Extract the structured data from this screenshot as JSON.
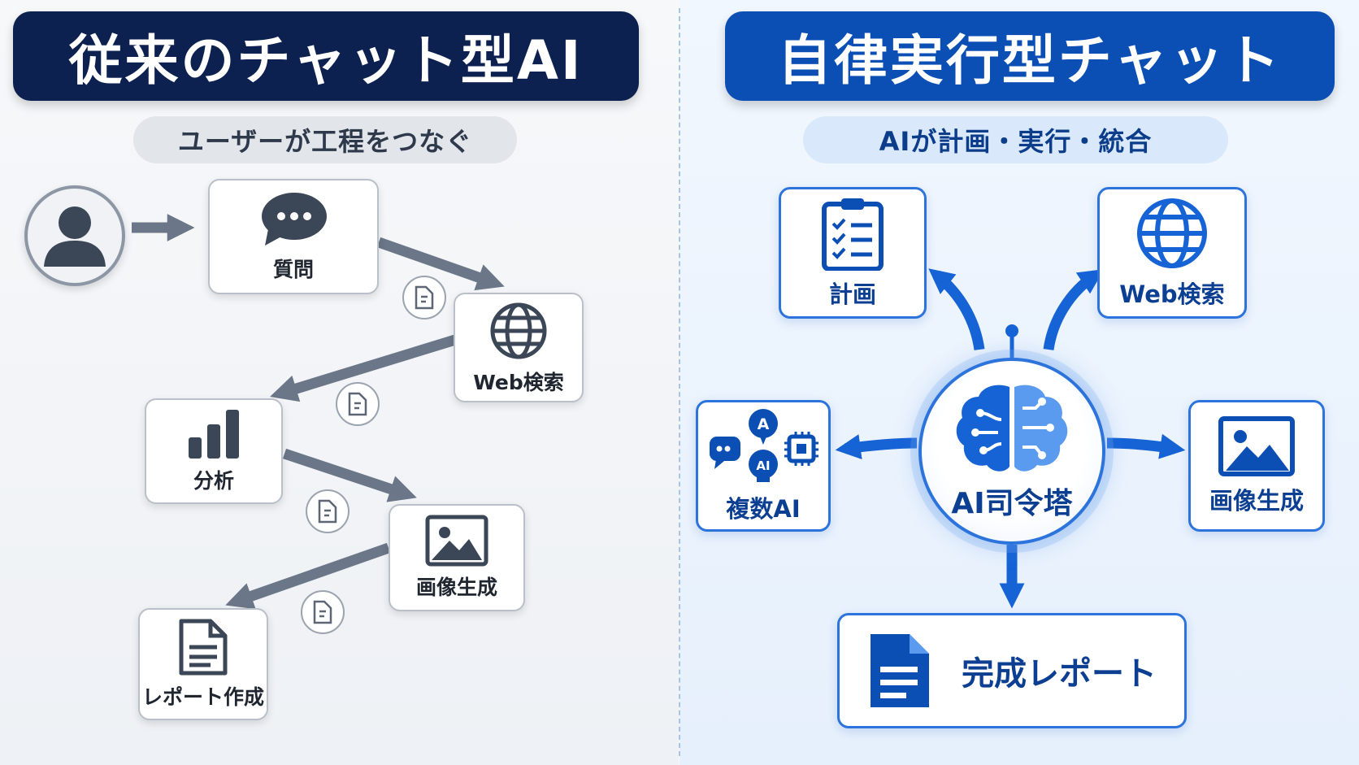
{
  "left": {
    "title": "従来のチャット型AI",
    "subtitle": "ユーザーが工程をつなぐ",
    "steps": {
      "question": "質問",
      "web_search": "Web検索",
      "analysis": "分析",
      "image_gen": "画像生成",
      "report": "レポート作成"
    }
  },
  "right": {
    "title": "自律実行型チャット",
    "subtitle": "AIが計画・実行・統合",
    "hub": "AI司令塔",
    "nodes": {
      "plan": "計画",
      "web_search": "Web検索",
      "multi_ai": "複数AI",
      "image_gen": "画像生成",
      "final_report": "完成レポート"
    },
    "multi_ai_badges": [
      "A",
      "AI"
    ]
  },
  "colors": {
    "navy": "#0c2150",
    "blue": "#0c4fb4",
    "accent": "#2c74dc",
    "grey_arrow": "#6b7688"
  }
}
